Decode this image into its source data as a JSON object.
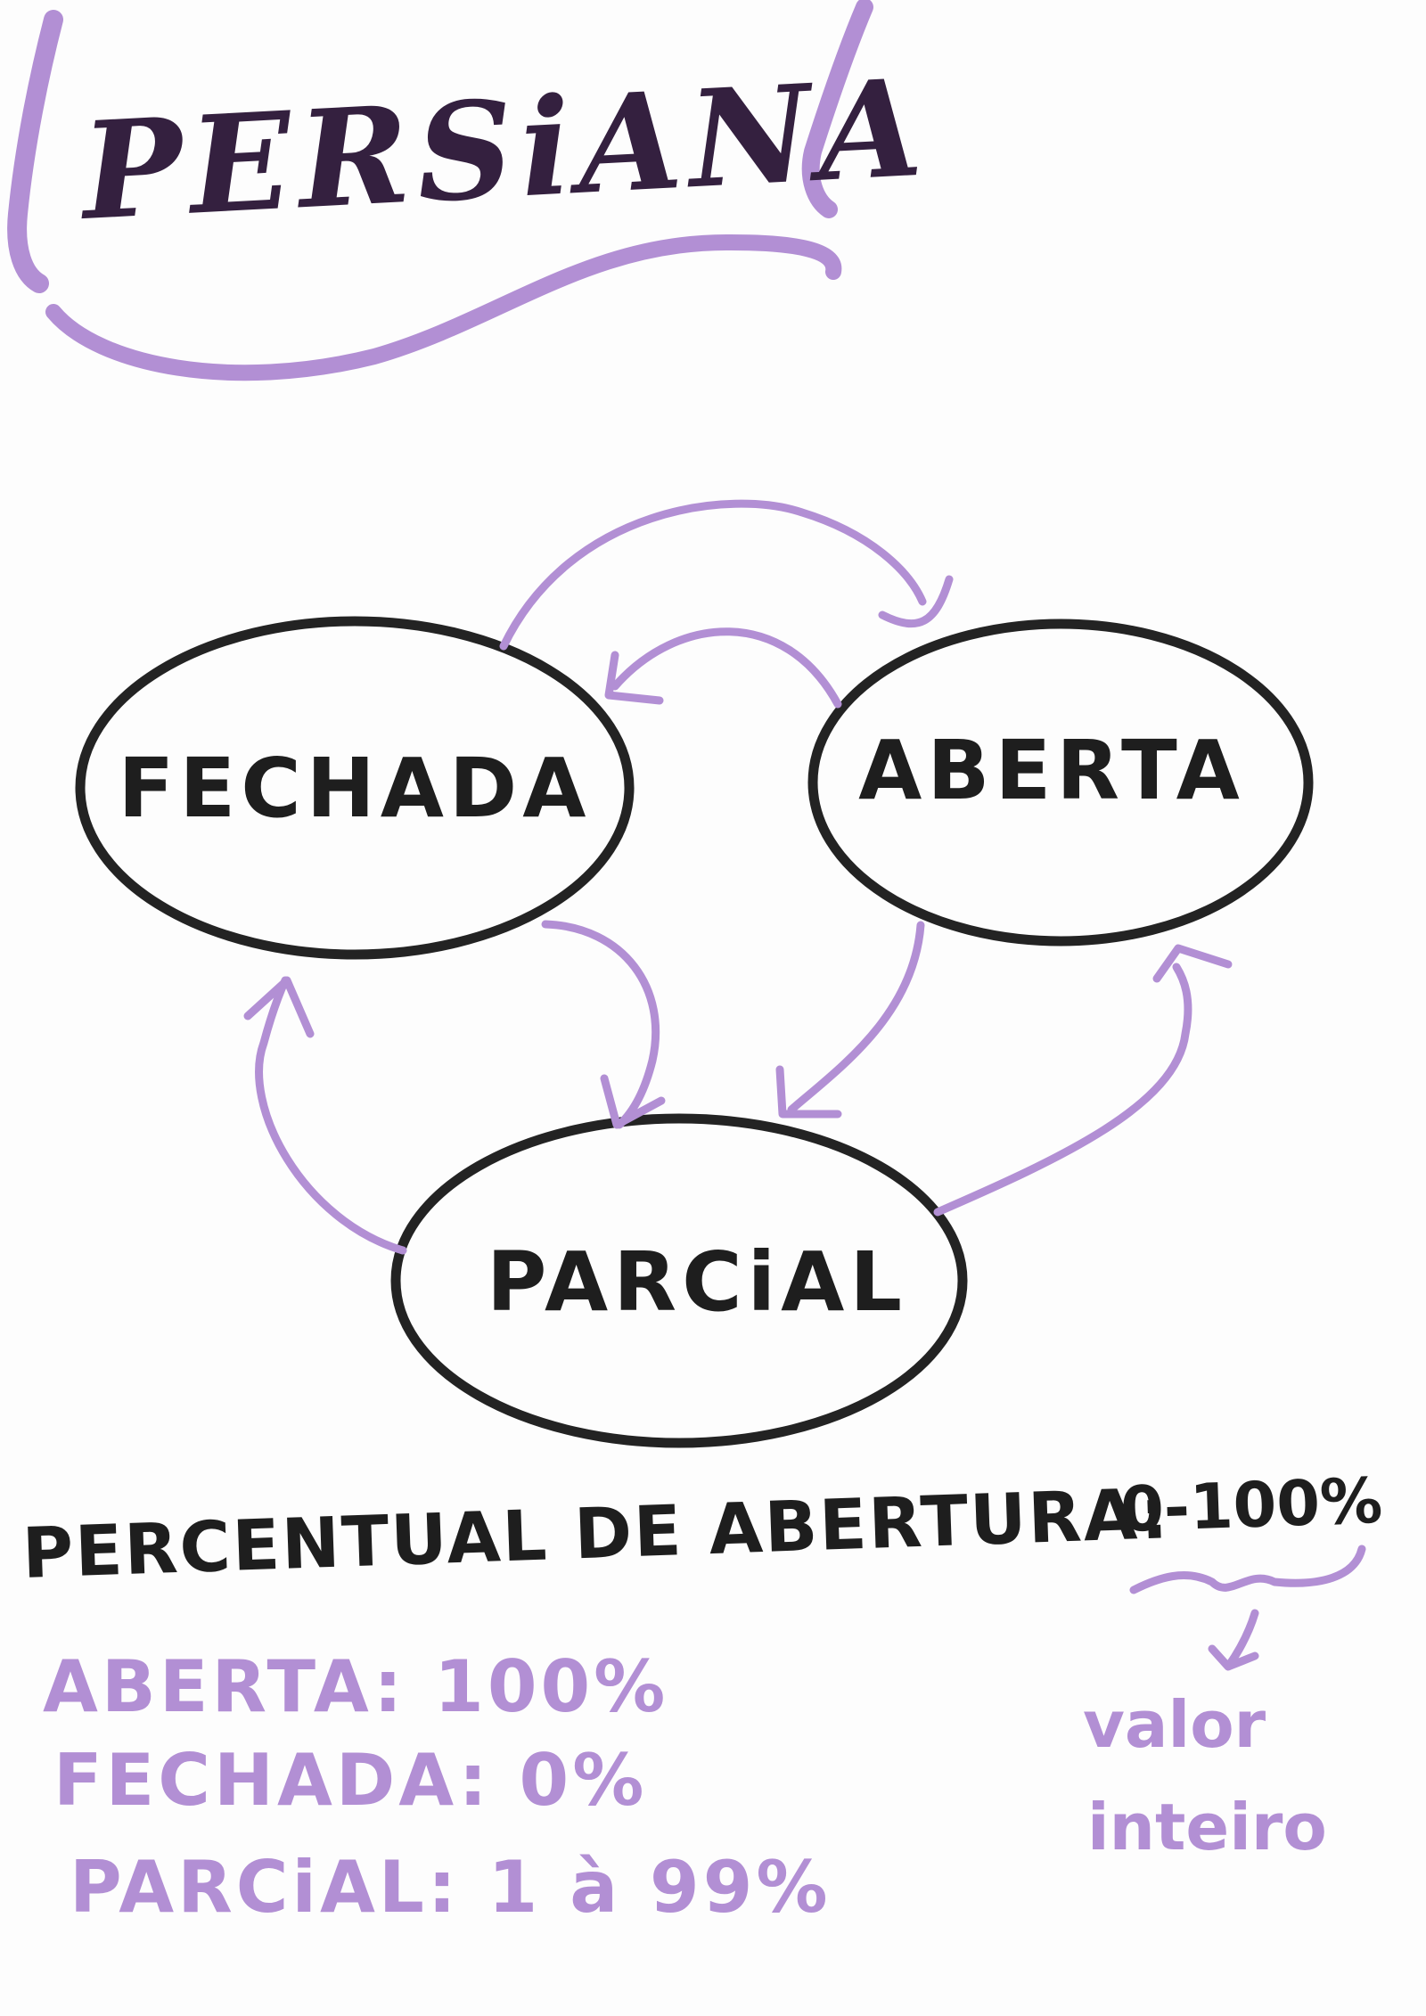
{
  "title": "PERSiANA",
  "states": {
    "fechada": "FECHADA",
    "aberta": "ABERTA",
    "parcial": "PARCiAL"
  },
  "percentual": {
    "label": "PERCENTUAL DE ABERTURA:",
    "range": "0-100%"
  },
  "values": [
    "ABERTA: 100%",
    "FECHADA: 0%",
    "PARCiAL: 1 à 99%"
  ],
  "note": {
    "line1": "valor",
    "line2": "inteiro"
  },
  "colors": {
    "accent": "#b28fd4",
    "title": "#34203f",
    "ink": "#1e1e1e"
  }
}
